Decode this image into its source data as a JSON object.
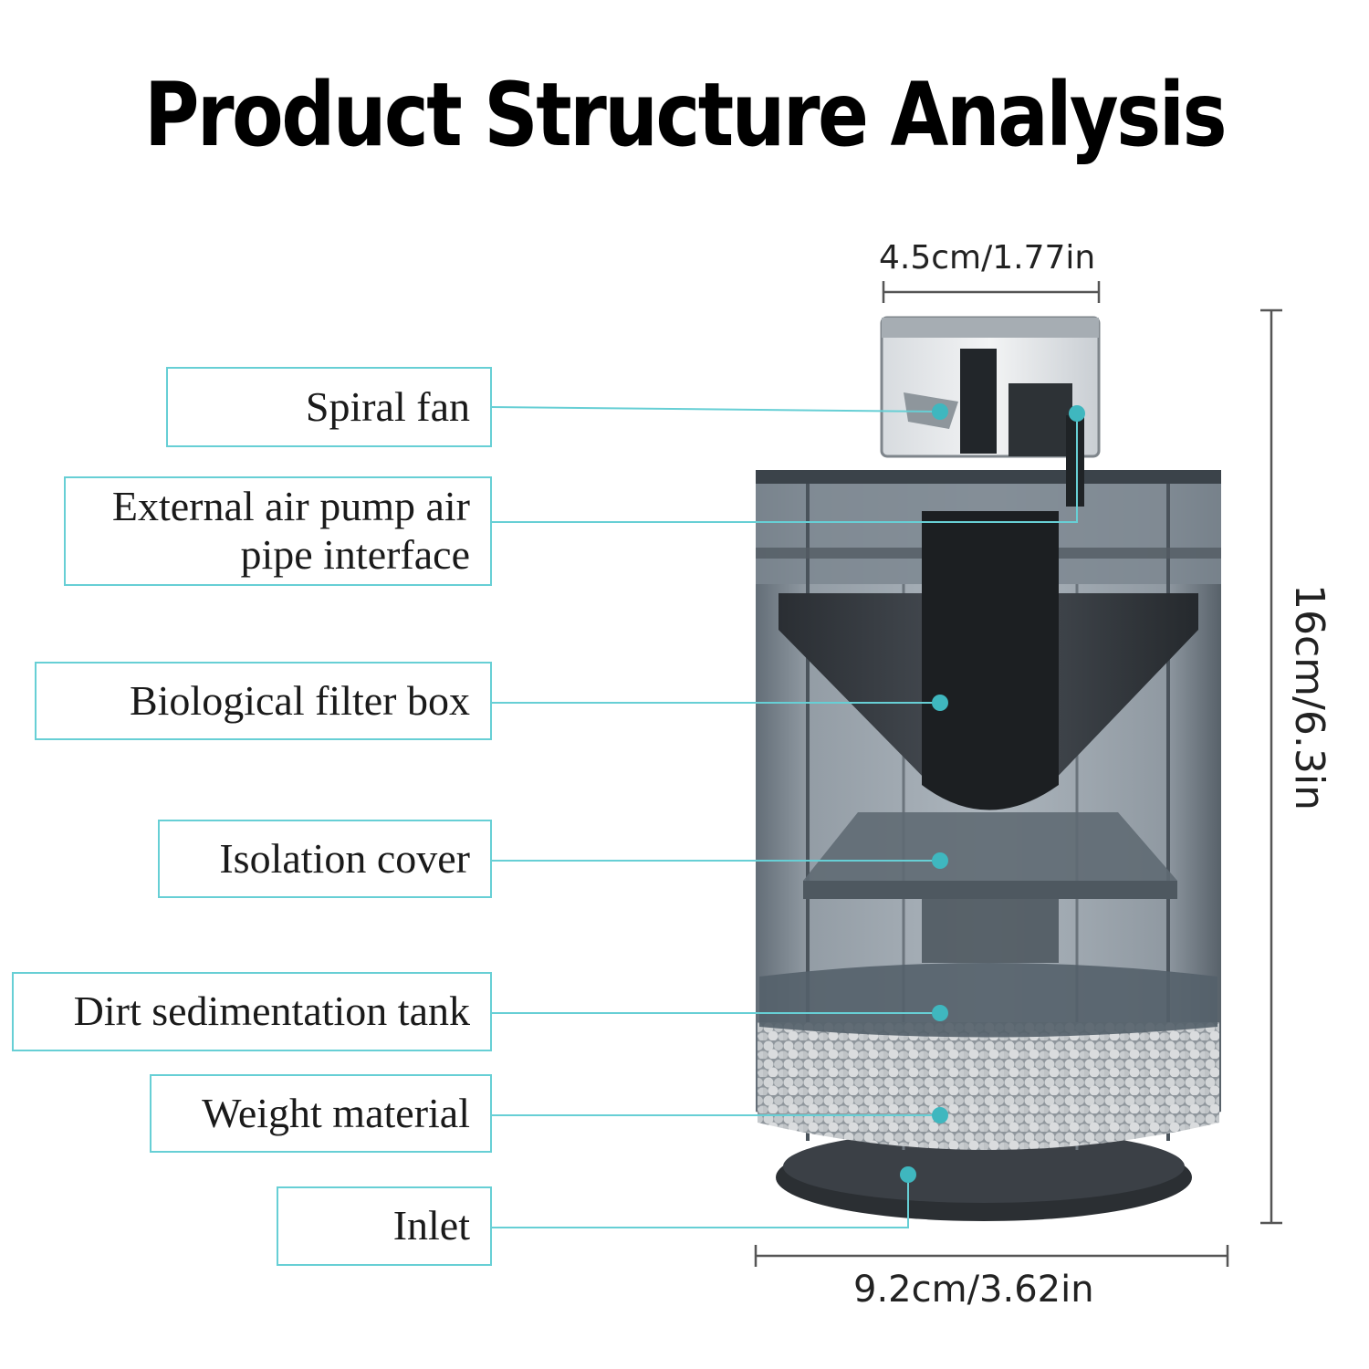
{
  "title": "Product Structure Analysis",
  "labels": [
    {
      "text": "Spiral fan"
    },
    {
      "text": "External air pump air\npipe interface"
    },
    {
      "text": "Biological filter box"
    },
    {
      "text": "Isolation cover"
    },
    {
      "text": "Dirt sedimentation tank"
    },
    {
      "text": "Weight material"
    },
    {
      "text": "Inlet"
    }
  ],
  "dimensions": {
    "top_width": "4.5cm/1.77in",
    "height": "16cm/6.3in",
    "bottom_width": "9.2cm/3.62in"
  },
  "colors": {
    "label_border": "#67cfd5",
    "leader_line": "#67cfd5",
    "dot": "#3fb7bf"
  }
}
